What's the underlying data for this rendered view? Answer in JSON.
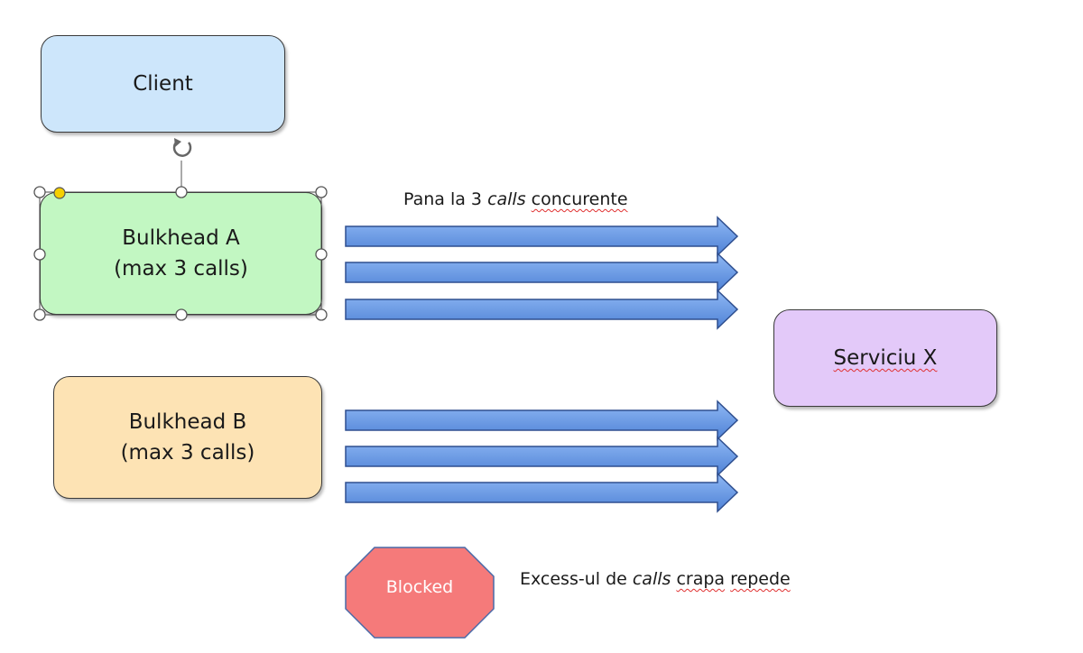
{
  "nodes": {
    "client": "Client",
    "bulkhead_a": {
      "line1": "Bulkhead A",
      "line2": "(max 3 calls)"
    },
    "bulkhead_b": {
      "line1": "Bulkhead B",
      "line2": "(max 3 calls)"
    },
    "service": "Serviciu X",
    "blocked": "Blocked"
  },
  "captions": {
    "top": {
      "before": "Pana la 3 ",
      "italic": "calls",
      "after": " ",
      "wavy": "concurente"
    },
    "bottom": {
      "before": "Excess-ul de ",
      "italic": "calls",
      "after": " ",
      "wavy1": "crapa",
      "sep": " ",
      "wavy2": "repede"
    }
  },
  "colors": {
    "client": "#cde6fb",
    "bulkhead_a": "#c2f7c2",
    "bulkhead_b": "#fde3b4",
    "service": "#e3c9f9",
    "arrow": "#6d9eeb",
    "blocked": "#f57a7a"
  }
}
